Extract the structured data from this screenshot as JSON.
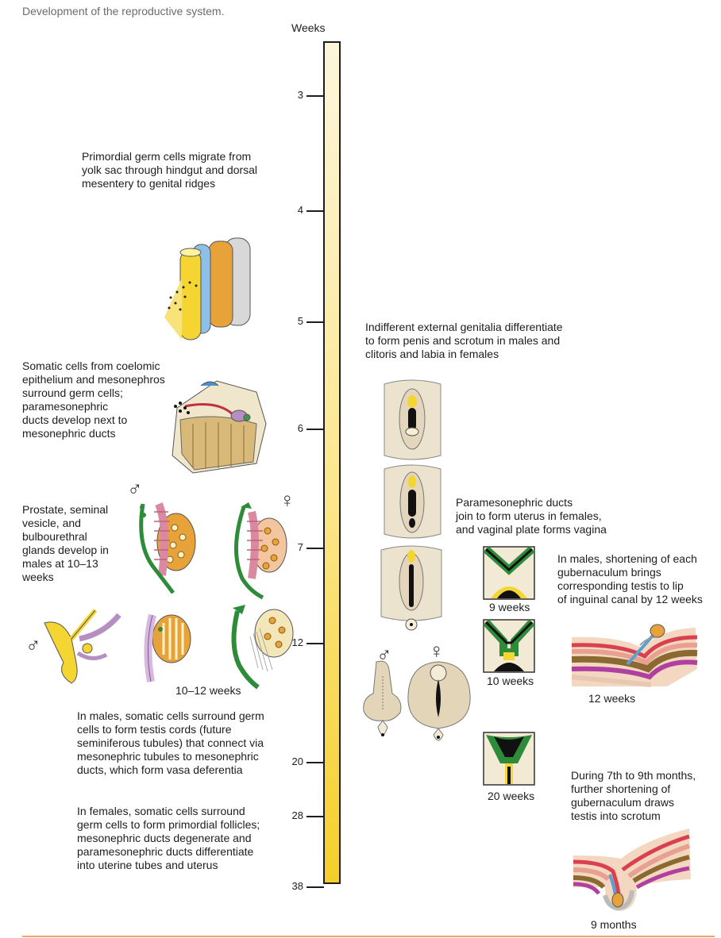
{
  "caption": "Development of the reproductive system.",
  "timeline": {
    "axis_title": "Weeks",
    "ticks": [
      "3",
      "4",
      "5",
      "6",
      "7",
      "12",
      "20",
      "28",
      "38"
    ]
  },
  "left_notes": {
    "germ_cells": "Primordial germ cells migrate from\nyolk sac through hindgut and dorsal\nmesentery to genital ridges",
    "somatic_cells": "Somatic cells from coelomic\nepithelium and mesonephros\nsurround germ cells;\nparamesonephric\nducts develop next to\nmesonephric ducts",
    "prostate": "Prostate, seminal\nvesicle, and\nbulbourethral\nglands develop in\nmales at 10–13\nweeks",
    "age_10_12": "10–12 weeks",
    "male_testis": "In males, somatic cells surround germ\ncells to form testis cords (future\nseminiferous tubules) that connect via\nmesonephric tubules to mesonephric\nducts, which form vasa deferentia",
    "female_follicles": "In females, somatic cells surround\ngerm cells to form primordial follicles;\nmesonephric ducts degenerate and\nparamesonephric ducts differentiate\ninto uterine tubes and uterus"
  },
  "right_notes": {
    "external_genitalia": "Indifferent external genitalia differentiate\nto form penis and scrotum in males and\nclitoris and labia in females",
    "paramesonephric": "Paramesonephric ducts\njoin to form uterus in females,\nand vaginal plate forms vagina",
    "gubernaculum": "In males, shortening of each\ngubernaculum brings\ncorresponding testis to lip\nof inguinal canal by 12 weeks",
    "months_7_9": "During 7th to 9th months,\nfurther shortening of\ngubernaculum draws\ntestis into scrotum"
  },
  "stage_labels": {
    "w9": "9 weeks",
    "w10": "10 weeks",
    "w20": "20 weeks",
    "w12": "12 weeks",
    "m9": "9 months"
  },
  "symbols": {
    "male": "♂",
    "female": "♀"
  },
  "colors": {
    "timeline_top": "#fdf6dc",
    "timeline_bottom": "#f4cf2a",
    "tissue": "#f0e6cc",
    "duct_green": "#2e8b3a",
    "mesonephric_purple": "#b48fc0",
    "gonad_orange": "#e8a23a",
    "yellow": "#f5d531",
    "blue": "#8cc0e8",
    "footer_rule": "#f0a46a"
  }
}
